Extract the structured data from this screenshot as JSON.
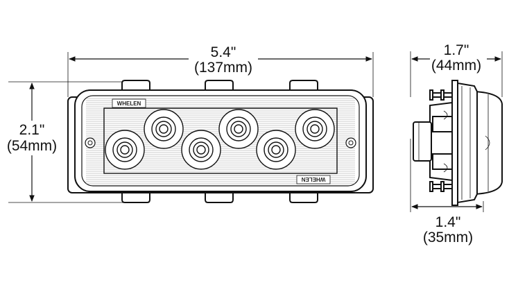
{
  "front_view": {
    "width_dim": {
      "inches": "5.4\"",
      "mm": "(137mm)"
    },
    "height_dim": {
      "inches": "2.1\"",
      "mm": "(54mm)"
    },
    "logo_top": "WHELEN",
    "logo_bottom": "WHELEN",
    "led_count": 6
  },
  "side_view": {
    "depth_dim_top": {
      "inches": "1.7\"",
      "mm": "(44mm)"
    },
    "depth_dim_bottom": {
      "inches": "1.4\"",
      "mm": "(35mm)"
    }
  }
}
